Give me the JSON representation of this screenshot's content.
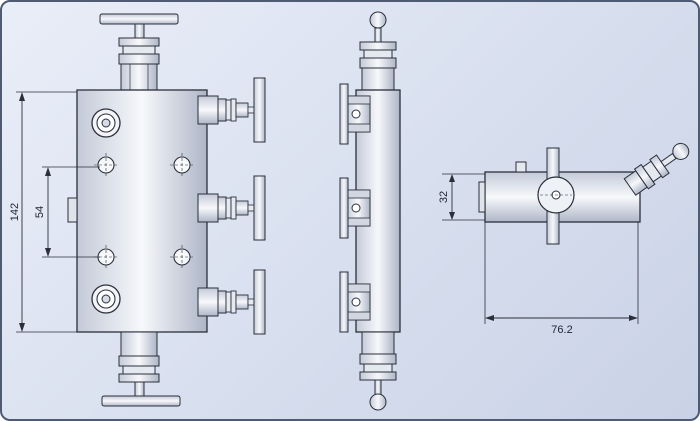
{
  "dimensions": {
    "height_total": "142",
    "port_spacing": "54",
    "side_height": "32",
    "side_length": "76.2"
  },
  "colors": {
    "background_light": "#e9eef8",
    "background_dark": "#c9d2e6",
    "frame_border": "#4f5b73",
    "part_fill": "#f2f4f8",
    "line": "#2b2f3a",
    "shade": "#b7bfcf"
  }
}
